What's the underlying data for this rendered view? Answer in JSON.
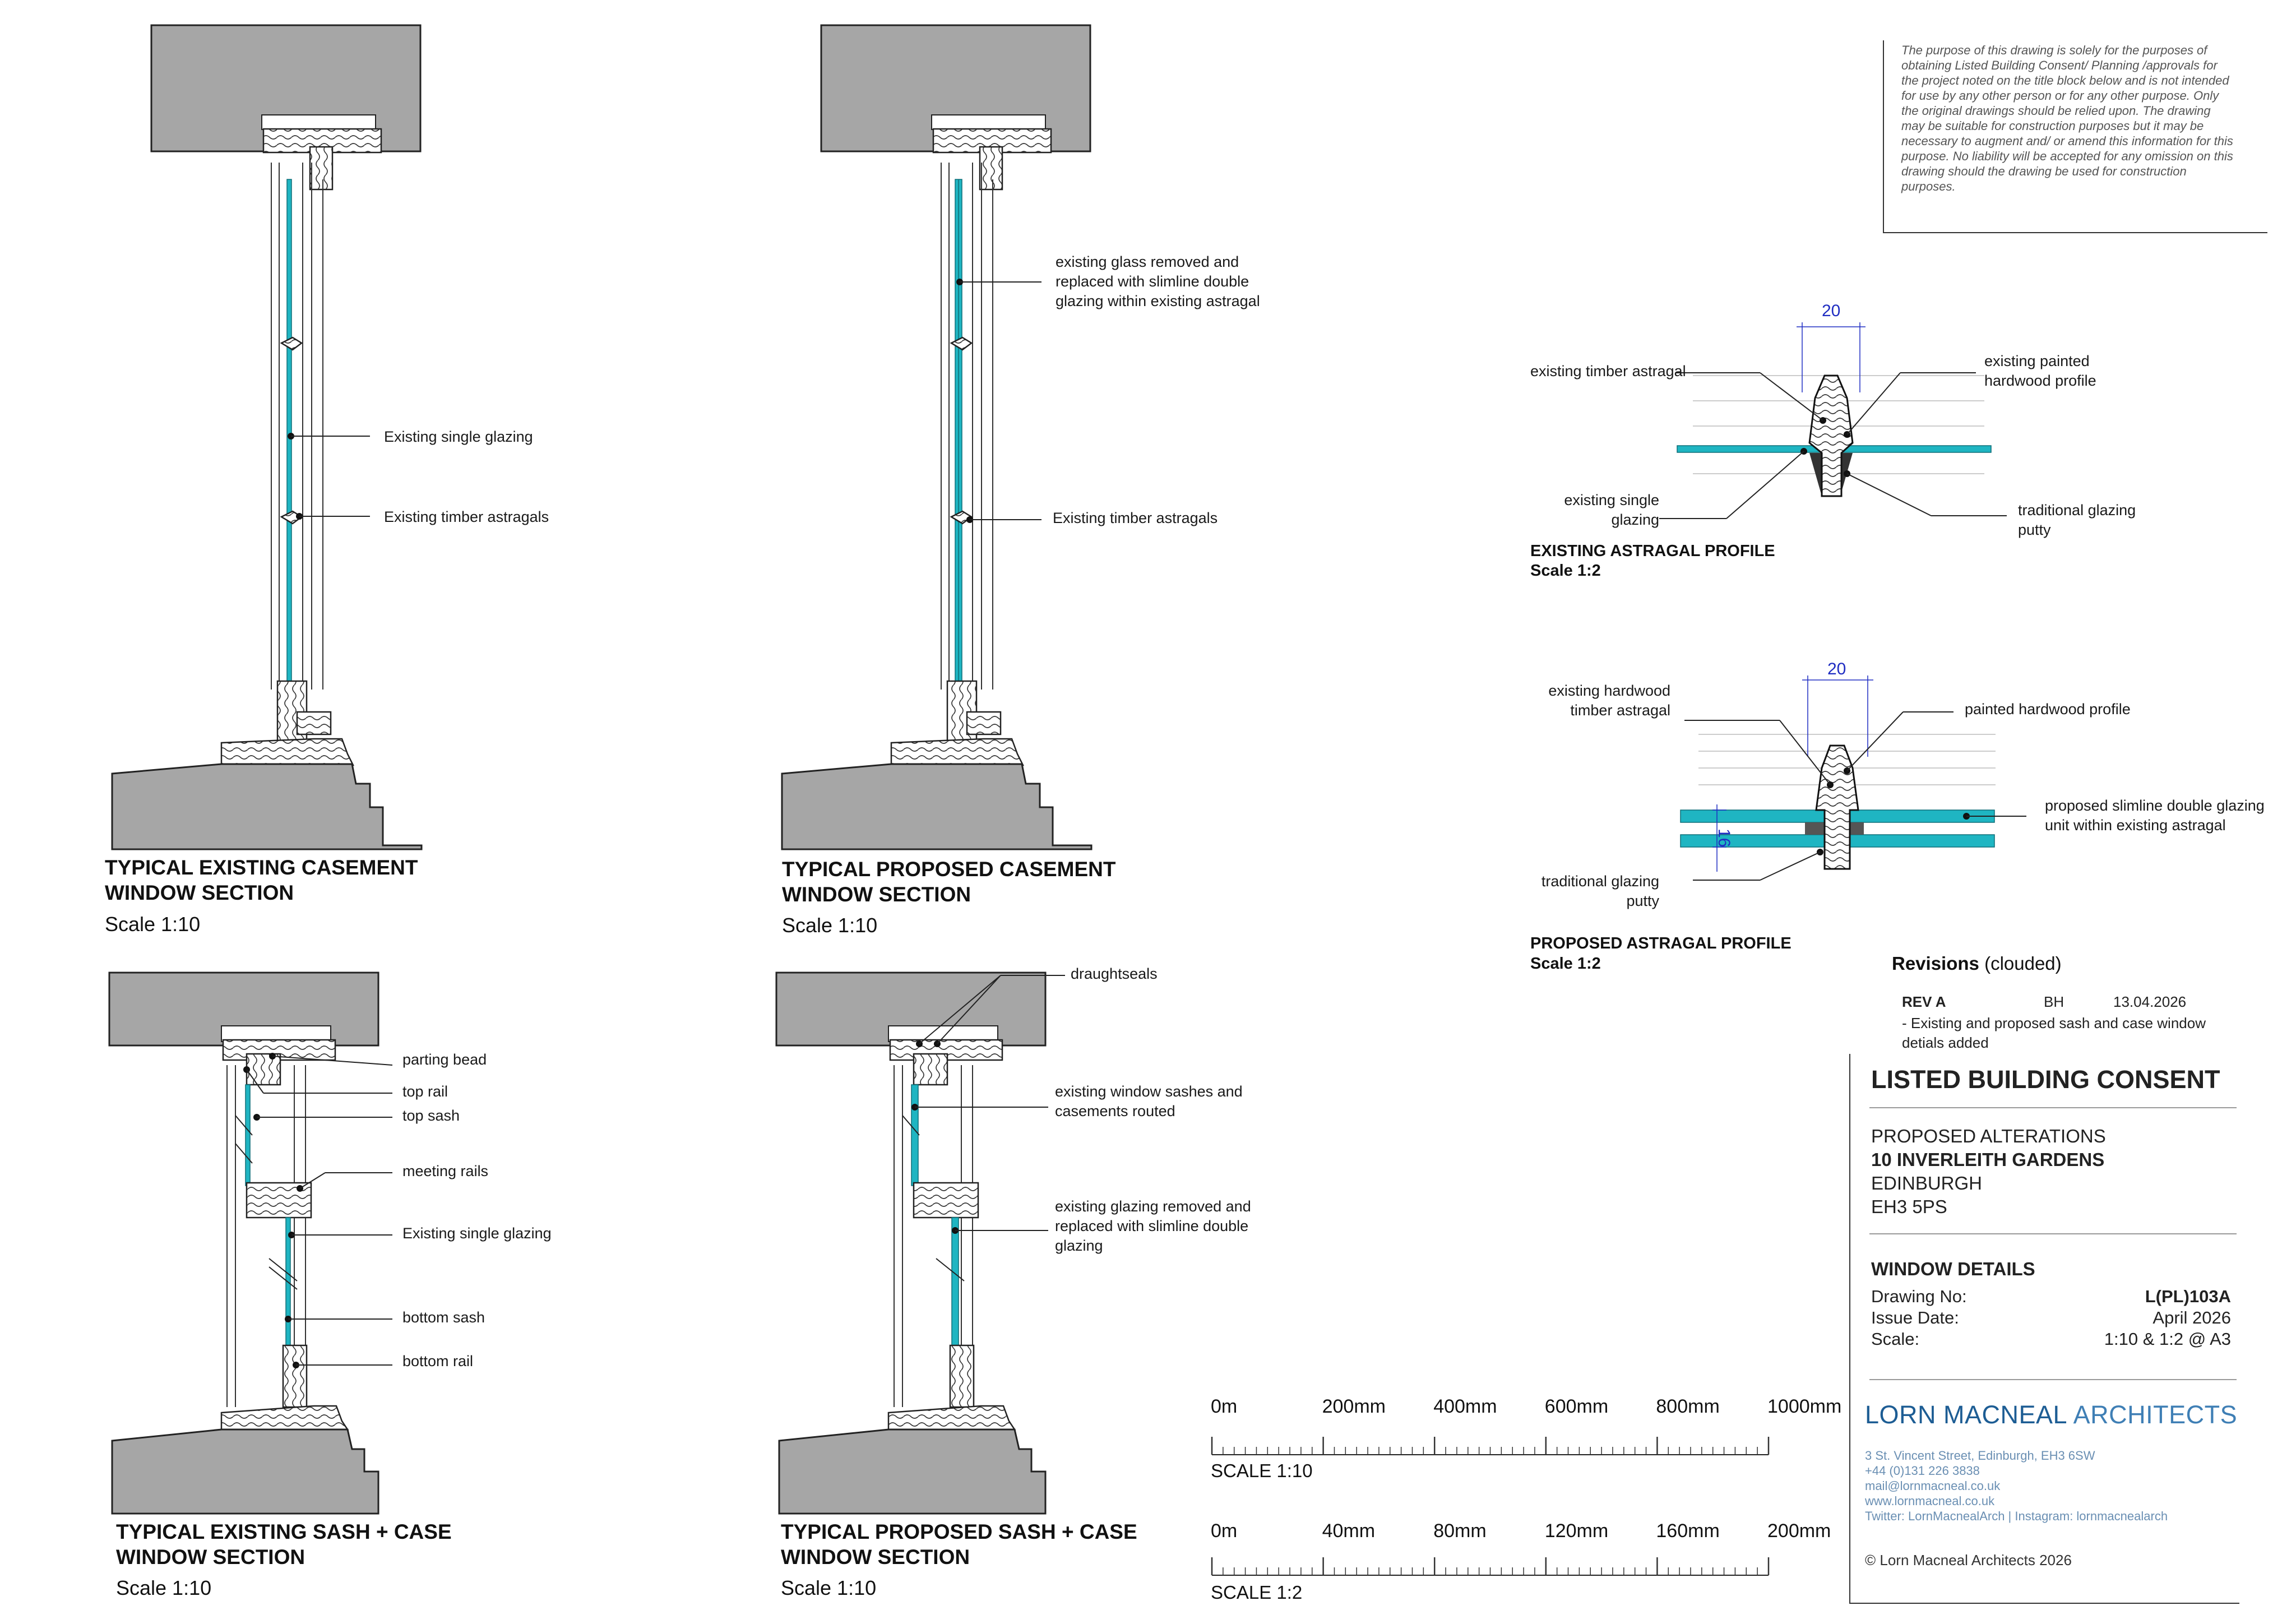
{
  "disclaimer": "The purpose of this drawing is solely for the purposes of obtaining Listed Building Consent/ Planning /approvals for the project noted on the title block below and is not intended for use by any other person or for any other purpose. Only the original drawings should be relied upon. The drawing may be suitable for construction purposes but it may be necessary to augment and/ or amend this information for this purpose. No liability will be accepted for any omission on this drawing should the drawing be used for construction purposes.",
  "sections": {
    "existing_casement": {
      "title": "TYPICAL EXISTING CASEMENT WINDOW SECTION",
      "scale": "Scale 1:10",
      "notes": [
        "Existing single glazing",
        "Existing timber astragals"
      ]
    },
    "proposed_casement": {
      "title": "TYPICAL PROPOSED CASEMENT WINDOW SECTION",
      "scale": "Scale 1:10",
      "notes": [
        "existing glass removed and replaced with slimline double glazing within existing astragal",
        "Existing timber astragals"
      ]
    },
    "existing_sash": {
      "title": "TYPICAL EXISTING SASH + CASE WINDOW SECTION",
      "scale": "Scale 1:10",
      "notes": [
        "parting bead",
        "top rail",
        "top sash",
        "meeting rails",
        "Existing single glazing",
        "bottom sash",
        "bottom rail"
      ]
    },
    "proposed_sash": {
      "title": "TYPICAL PROPOSED SASH + CASE WINDOW SECTION",
      "scale": "Scale 1:10",
      "notes": [
        "draughtseals",
        "existing window sashes and casements routed",
        "existing glazing removed and replaced with slimline double glazing"
      ]
    }
  },
  "profiles": {
    "existing": {
      "title": "EXISTING ASTRAGAL PROFILE",
      "scale": "Scale 1:2",
      "dimension": "20",
      "notes": {
        "astragal": "existing timber astragal",
        "hardwood": "existing painted hardwood profile",
        "glazing": "existing single glazing",
        "putty": "traditional glazing putty"
      }
    },
    "proposed": {
      "title": "PROPOSED ASTRAGAL PROFILE",
      "scale": "Scale 1:2",
      "dimension": "20",
      "dimension_unit_thickness": "16",
      "notes": {
        "astragal": "existing hardwood timber astragal",
        "hardwood": "painted hardwood profile",
        "glazing": "proposed slimline double glazing unit within existing astragal",
        "putty": "traditional glazing putty"
      }
    }
  },
  "scale_bars": [
    {
      "caption": "SCALE 1:10",
      "ticks": [
        "0m",
        "200mm",
        "400mm",
        "600mm",
        "800mm",
        "1000mm"
      ]
    },
    {
      "caption": "SCALE 1:2",
      "ticks": [
        "0m",
        "40mm",
        "80mm",
        "120mm",
        "160mm",
        "200mm"
      ]
    }
  ],
  "revisions": {
    "heading": "Revisions",
    "suffix": "(clouded)",
    "rev": "REV A",
    "by": "BH",
    "date": "13.04.2026",
    "description": "- Existing and proposed sash and case window detials added"
  },
  "title_block": {
    "consent": "LISTED BUILDING CONSENT",
    "project_line1": "PROPOSED ALTERATIONS",
    "project_line2": "10 INVERLEITH GARDENS",
    "project_line3": "EDINBURGH",
    "project_line4": "EH3 5PS",
    "drawing_title": "WINDOW DETAILS",
    "drawing_no_label": "Drawing No:",
    "drawing_no": "L(PL)103A",
    "issue_label": "Issue Date:",
    "issue_date": "April 2026",
    "scale_label": "Scale:",
    "scale": "1:10 & 1:2 @ A3",
    "firm_bold": "LORN MACNEAL",
    "firm_light": " ARCHITECTS",
    "address": "3 St. Vincent Street, Edinburgh, EH3 6SW",
    "phone": "+44 (0)131 226 3838",
    "email": "mail@lornmacneal.co.uk",
    "web": "www.lornmacneal.co.uk",
    "social": "Twitter: LornMacnealArch | Instagram: lornmacnealarch",
    "copyright": "© Lorn Macneal Architects 2026"
  },
  "colors": {
    "wall": "#a6a6a6",
    "glass": "#1fb5c2",
    "glass_dark": "#0f6f78",
    "ink": "#1a1a1a",
    "dimension": "#1f2dc2",
    "brand": "#1d5d94"
  }
}
